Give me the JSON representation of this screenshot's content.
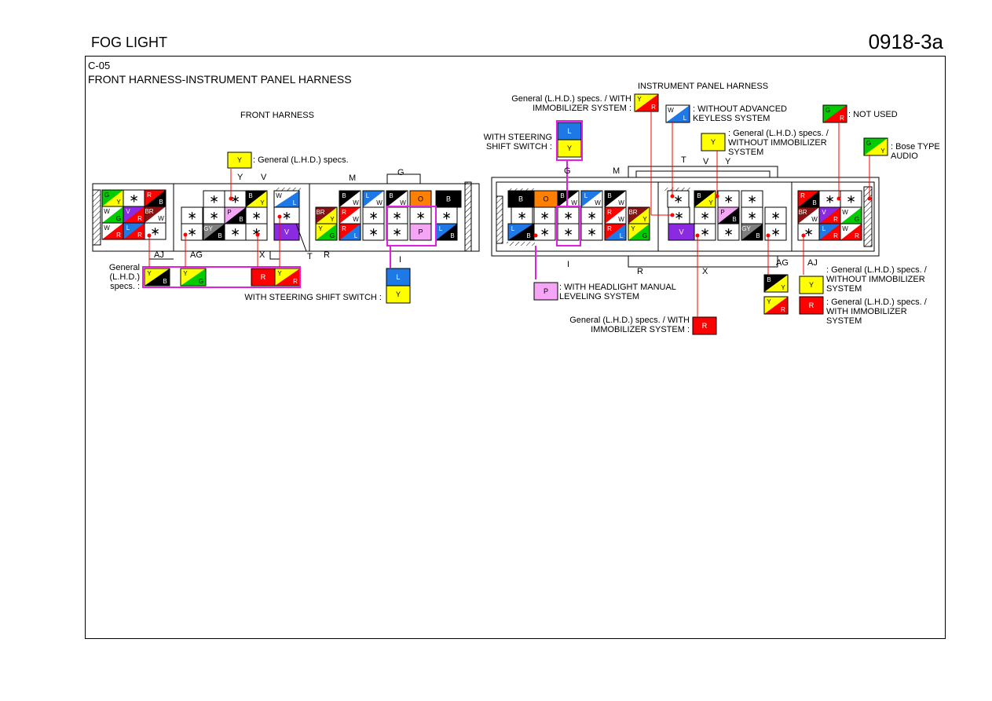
{
  "header": {
    "title": "FOG LIGHT",
    "code": "0918-3a"
  },
  "connector": {
    "id": "C-05",
    "name": "FRONT HARNESS-INSTRUMENT PANEL HARNESS"
  },
  "colors": {
    "Y": "#ffff00",
    "R": "#ff0000",
    "G": "#00cc00",
    "W": "#ffffff",
    "B": "#000000",
    "L": "#1e78e6",
    "V": "#8a2be2",
    "BR": "#8b1010",
    "O": "#ff8000",
    "P": "#f5a5f5",
    "GY": "#808080",
    "highlight": "#e020e0"
  },
  "front": {
    "label": "FRONT HARNESS",
    "pin_labels": [
      "Y",
      "V",
      "M",
      "G",
      "AJ",
      "AG",
      "X",
      "T",
      "R",
      "I"
    ],
    "notes": {
      "general_lhd": ": General (L.H.D.) specs.",
      "general_lhd_left": "General (L.H.D.) specs. :",
      "steering": "WITH STEERING SHIFT SWITCH :"
    }
  },
  "panel": {
    "label": "INSTRUMENT PANEL HARNESS",
    "pin_labels": [
      "G",
      "M",
      "T",
      "V",
      "Y",
      "I",
      "R",
      "X",
      "AG",
      "AJ"
    ],
    "notes": {
      "gen_with_immob": "General (L.H.D.) specs. / WITH IMMOBILIZER SYSTEM :",
      "no_keyless": ": WITHOUT ADVANCED KEYLESS SYSTEM",
      "not_used": ": NOT USED",
      "steering": "WITH STEERING SHIFT SWITCH :",
      "gen_without_immob": ": General (L.H.D.) specs. / WITHOUT IMMOBILIZER SYSTEM",
      "bose": ": Bose TYPE AUDIO",
      "headlight": ": WITH HEADLIGHT MANUAL LEVELING SYSTEM",
      "gen_with_immob2": "General (L.H.D.) specs. / WITH IMMOBILIZER SYSTEM :",
      "gen_without_immob_r": ": General (L.H.D.) specs. / WITHOUT IMMOBILIZER SYSTEM",
      "gen_with_immob_r": ": General (L.H.D.) specs. / WITH IMMOBILIZER SYSTEM"
    }
  }
}
